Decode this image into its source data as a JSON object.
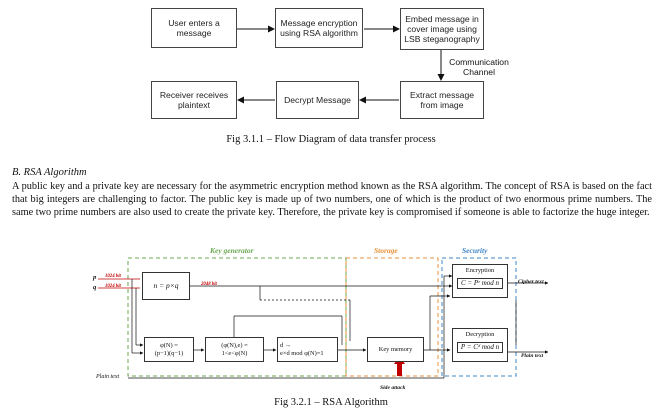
{
  "flow": {
    "user_enters": "User enters a message",
    "encrypt": "Message encryption using RSA algorithm",
    "embed": "Embed message in cover image using LSB steganography",
    "channel": "Communication Channel",
    "extract": "Extract message from image",
    "decrypt": "Decrypt Message",
    "receiver": "Receiver receives plaintext",
    "caption": "Fig 3.1.1 – Flow Diagram of data transfer process"
  },
  "section": {
    "heading": "B.   RSA Algorithm",
    "paragraph": "A public key and a private key are necessary for the asymmetric encryption method known as the RSA algorithm. The concept of RSA is based on the fact that big integers are challenging to factor. The public key is made up of two numbers, one of which is the product of two enormous prime numbers. The same two prime numbers are also used to create the private key. Therefore, the private key is compromised if someone is able to factorize the huge integer."
  },
  "rsa": {
    "key_generator": "Key generator",
    "storage": "Storage",
    "security": "Security",
    "p_label": "p",
    "q_label": "q",
    "p_bits": "1024 bit",
    "q_bits": "1024 bit",
    "n_formula": "n = p×q",
    "n_bits": "2048 bit",
    "phi_line1": "φ(N) =",
    "phi_line2": "(p−1)(q−1)",
    "e_line1": "(φ(N),e) =",
    "e_line2": "1<e<φ(N)",
    "d_line1": "d →",
    "d_line2": "e×d mod φ(N)=1",
    "key_memory": "Key memory",
    "encryption_title": "Encryption",
    "encryption_formula": "C = Pᵉ mod n",
    "decryption_title": "Decryption",
    "decryption_formula": "P = Cᵈ mod n",
    "cipher_text": "Cipher text",
    "plain_text_out": "Plain text",
    "plain_text_in": "Plain text",
    "side_attack": "Side attack",
    "caption": "Fig 3.2.1 – RSA Algorithm"
  },
  "colors": {
    "key_generator": "#6aa84f",
    "storage": "#e69138",
    "security": "#3d85c6",
    "red": "#c00000"
  }
}
